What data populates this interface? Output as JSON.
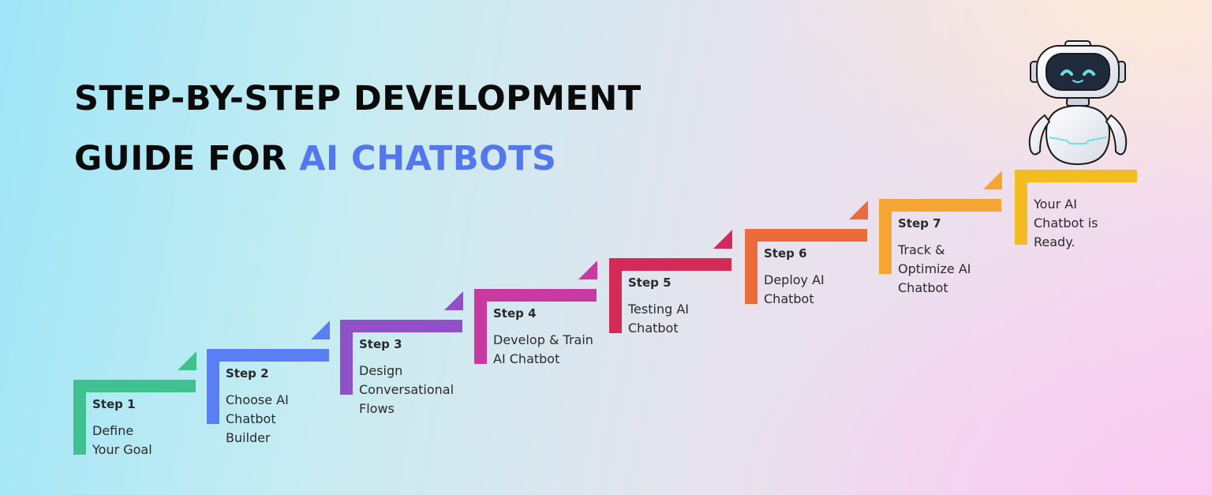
{
  "title": {
    "line1": "STEP-BY-STEP DEVELOPMENT",
    "line2_prefix": "GUIDE FOR",
    "line2_accent": "AI CHATBOTS",
    "accent_color": "#5477ee"
  },
  "steps": [
    {
      "label": "Step 1",
      "description": "Define\nYour Goal",
      "color": "#3fc28f"
    },
    {
      "label": "Step 2",
      "description": "Choose AI\nChatbot\nBuilder",
      "color": "#5a7ff5"
    },
    {
      "label": "Step 3",
      "description": "Design\nConversational\nFlows",
      "color": "#9050c8"
    },
    {
      "label": "Step 4",
      "description": "Develop & Train\nAI Chatbot",
      "color": "#c93aa0"
    },
    {
      "label": "Step 5",
      "description": "Testing AI\nChatbot",
      "color": "#d32a57"
    },
    {
      "label": "Step 6",
      "description": "Deploy AI\nChatbot",
      "color": "#eb6b3b"
    },
    {
      "label": "Step 7",
      "description": "Track &\nOptimize  AI\nChatbot",
      "color": "#f5a532"
    }
  ],
  "final": {
    "description": "Your  AI\nChatbot is\nReady.",
    "color": "#f3bd22"
  },
  "illustration": {
    "icon": "robot-icon"
  }
}
